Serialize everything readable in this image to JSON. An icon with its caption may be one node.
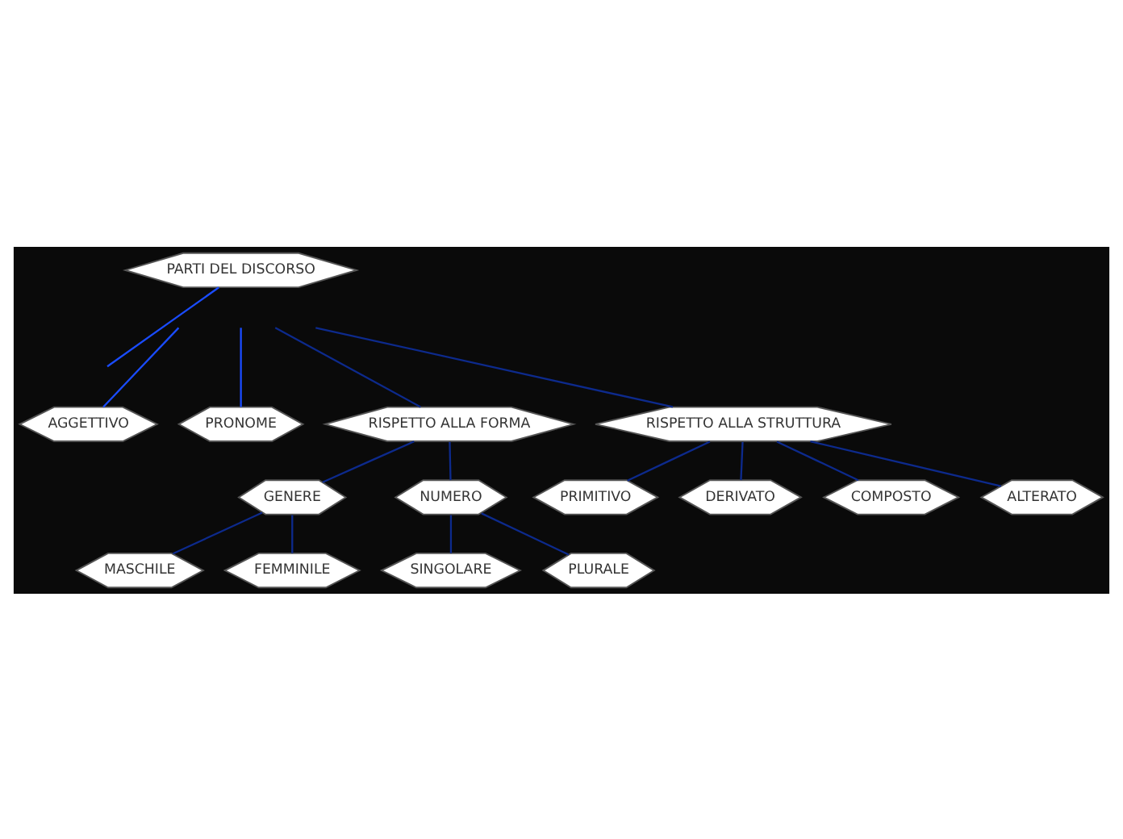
{
  "diagram": {
    "nodes": [
      {
        "text": [
          "PARTI DEL DISCORSO"
        ]
      },
      {
        "text": [
          "AGGETTIVO"
        ]
      },
      {
        "text": [
          "PRONOME"
        ]
      },
      {
        "text": [
          "RISPETTO ALLA FORMA"
        ]
      },
      {
        "text": [
          "RISPETTO ALLA STRUTTURA"
        ]
      },
      {
        "text": [
          "GENERE"
        ]
      },
      {
        "text": [
          "NUMERO"
        ]
      },
      {
        "text": [
          "PRIMITIVO"
        ]
      },
      {
        "text": [
          "DERIVATO"
        ]
      },
      {
        "text": [
          "COMPOSTO"
        ]
      },
      {
        "text": [
          "ALTERATO"
        ]
      },
      {
        "text": [
          "MASCHILE"
        ]
      },
      {
        "text": [
          "FEMMINILE"
        ]
      },
      {
        "text": [
          "SINGOLARE"
        ]
      },
      {
        "text": [
          "PLURALE"
        ]
      }
    ],
    "edges": [
      {
        "from": 0,
        "to": null,
        "arrow": "none",
        "color": "#1a4cff"
      },
      {
        "from": null,
        "to": 1,
        "arrow": "none",
        "color": "#1a4cff"
      },
      {
        "from": null,
        "to": 2,
        "arrow": "none",
        "color": "#1a4cff"
      },
      {
        "from": null,
        "to": 3,
        "arrow": "none"
      },
      {
        "from": null,
        "to": 4,
        "arrow": "none"
      },
      {
        "from": 3,
        "to": 5,
        "arrow": "none"
      },
      {
        "from": 3,
        "to": 6,
        "arrow": "none"
      },
      {
        "from": 4,
        "to": 7,
        "arrow": "none"
      },
      {
        "from": 4,
        "to": 8,
        "arrow": "none"
      },
      {
        "from": 4,
        "to": 9,
        "arrow": "none"
      },
      {
        "from": 4,
        "to": 10,
        "arrow": "none"
      },
      {
        "from": 5,
        "to": 11,
        "arrow": "none"
      },
      {
        "from": 5,
        "to": 12,
        "arrow": "none"
      },
      {
        "from": 6,
        "to": 13,
        "arrow": "none"
      },
      {
        "from": 6,
        "to": 14,
        "arrow": "none"
      }
    ]
  }
}
